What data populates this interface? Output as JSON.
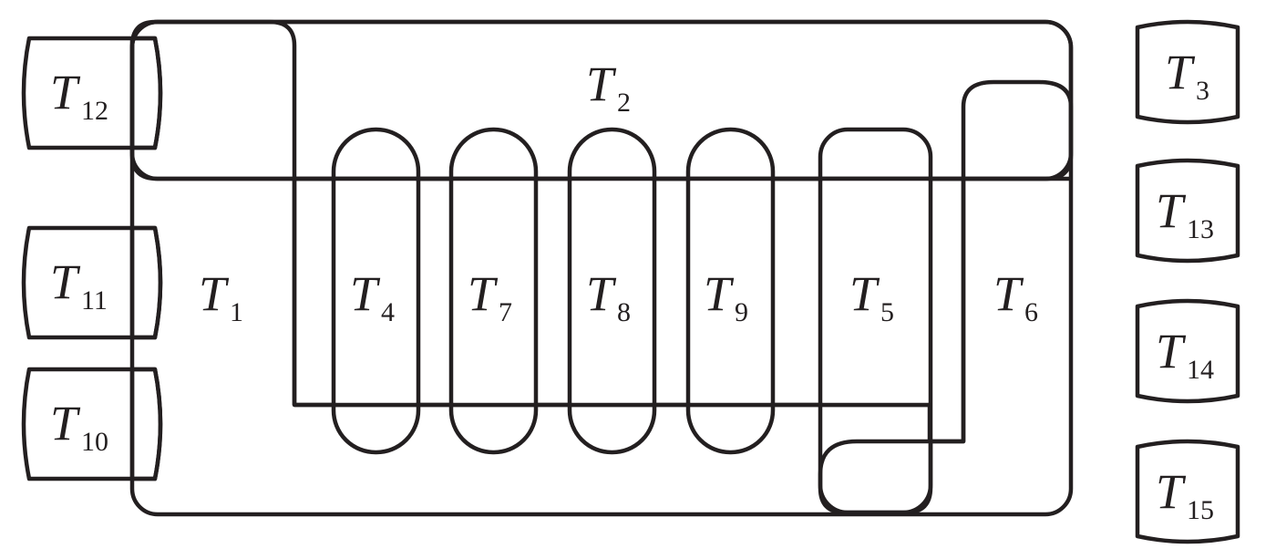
{
  "colors": {
    "stroke": "#231f20",
    "region_fill": "#efefef",
    "column_fill": "#d9d9d9",
    "overlap_fill": "#b5bfbe",
    "background": "#ffffff"
  },
  "hyperedges": [
    {
      "id": "T1",
      "base": "T",
      "sub": "1"
    },
    {
      "id": "T2",
      "base": "T",
      "sub": "2"
    },
    {
      "id": "T3",
      "base": "T",
      "sub": "3"
    },
    {
      "id": "T4",
      "base": "T",
      "sub": "4"
    },
    {
      "id": "T5",
      "base": "T",
      "sub": "5"
    },
    {
      "id": "T6",
      "base": "T",
      "sub": "6"
    },
    {
      "id": "T7",
      "base": "T",
      "sub": "7"
    },
    {
      "id": "T8",
      "base": "T",
      "sub": "8"
    },
    {
      "id": "T9",
      "base": "T",
      "sub": "9"
    },
    {
      "id": "T10",
      "base": "T",
      "sub": "10"
    },
    {
      "id": "T11",
      "base": "T",
      "sub": "11"
    },
    {
      "id": "T12",
      "base": "T",
      "sub": "12"
    },
    {
      "id": "T13",
      "base": "T",
      "sub": "13"
    },
    {
      "id": "T14",
      "base": "T",
      "sub": "14"
    },
    {
      "id": "T15",
      "base": "T",
      "sub": "15"
    }
  ]
}
